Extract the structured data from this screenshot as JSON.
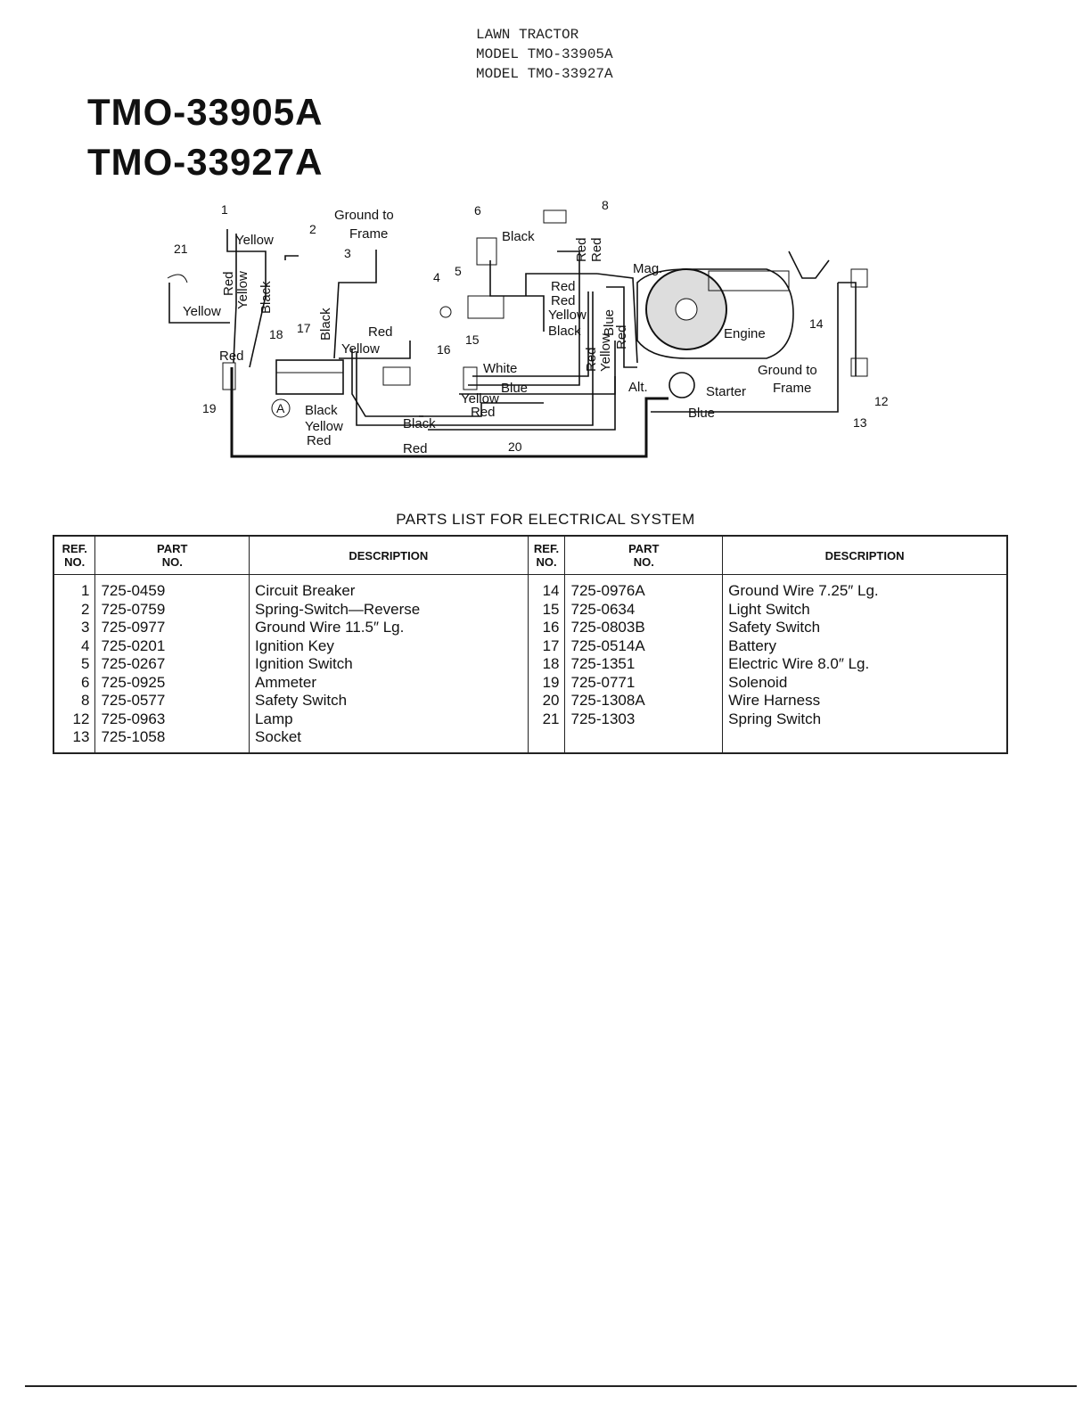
{
  "header": {
    "typed_lines": [
      "LAWN TRACTOR",
      "MODEL TMO-33905A",
      "MODEL TMO-33927A"
    ],
    "models": [
      "TMO-33905A",
      "TMO-33927A"
    ]
  },
  "diagram": {
    "labels": {
      "ground_to_frame_1": "Ground to",
      "frame_1": "Frame",
      "ground_to_frame_2": "Ground to",
      "frame_2": "Frame",
      "mag": "Mag.",
      "engine": "Engine",
      "alt": "Alt.",
      "starter": "Starter",
      "circle_a": "A"
    },
    "wires": {
      "yellow": "Yellow",
      "red": "Red",
      "black": "Black",
      "white": "White",
      "blue": "Blue"
    },
    "callouts": [
      "1",
      "2",
      "3",
      "4",
      "5",
      "6",
      "8",
      "12",
      "13",
      "14",
      "15",
      "16",
      "17",
      "18",
      "19",
      "20",
      "21"
    ]
  },
  "parts_list": {
    "title": "PARTS LIST FOR ELECTRICAL SYSTEM",
    "headers": {
      "ref_line1": "REF.",
      "ref_line2": "NO.",
      "part_line1": "PART",
      "part_line2": "NO.",
      "description": "DESCRIPTION"
    },
    "left": [
      {
        "ref": "1",
        "part": "725-0459",
        "desc": "Circuit Breaker"
      },
      {
        "ref": "2",
        "part": "725-0759",
        "desc": "Spring-Switch—Reverse"
      },
      {
        "ref": "3",
        "part": "725-0977",
        "desc": "Ground Wire 11.5″ Lg."
      },
      {
        "ref": "4",
        "part": "725-0201",
        "desc": "Ignition Key"
      },
      {
        "ref": "5",
        "part": "725-0267",
        "desc": "Ignition Switch"
      },
      {
        "ref": "6",
        "part": "725-0925",
        "desc": "Ammeter"
      },
      {
        "ref": "8",
        "part": "725-0577",
        "desc": "Safety Switch"
      },
      {
        "ref": "12",
        "part": "725-0963",
        "desc": "Lamp"
      },
      {
        "ref": "13",
        "part": "725-1058",
        "desc": "Socket"
      }
    ],
    "right": [
      {
        "ref": "14",
        "part": "725-0976A",
        "desc": "Ground Wire 7.25″ Lg."
      },
      {
        "ref": "15",
        "part": "725-0634",
        "desc": "Light Switch"
      },
      {
        "ref": "16",
        "part": "725-0803B",
        "desc": "Safety Switch"
      },
      {
        "ref": "17",
        "part": "725-0514A",
        "desc": "Battery"
      },
      {
        "ref": "18",
        "part": "725-1351",
        "desc": "Electric Wire 8.0″ Lg."
      },
      {
        "ref": "19",
        "part": "725-0771",
        "desc": "Solenoid"
      },
      {
        "ref": "20",
        "part": "725-1308A",
        "desc": "Wire Harness"
      },
      {
        "ref": "21",
        "part": "725-1303",
        "desc": "Spring Switch"
      }
    ]
  }
}
